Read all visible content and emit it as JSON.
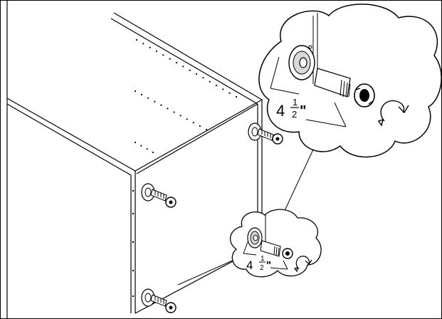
{
  "diagram": {
    "palette": {
      "ink": "#000000",
      "paper": "#ffffff",
      "shade": "#d9d9d9"
    },
    "callout_large": {
      "dimension": {
        "whole": "4",
        "numerator": "1",
        "denominator": "2",
        "unit": "\""
      },
      "icons": [
        "leveling-leg-icon",
        "rotate-arrow-icon"
      ]
    },
    "callout_small": {
      "dimension": {
        "whole": "4",
        "numerator": "1",
        "denominator": "2",
        "unit": "\""
      },
      "icons": [
        "leveling-leg-icon",
        "rotate-arrow-icon"
      ]
    },
    "cabinet_legs": [
      "leg-back-right",
      "leg-front-upper",
      "leg-front-lower"
    ]
  }
}
